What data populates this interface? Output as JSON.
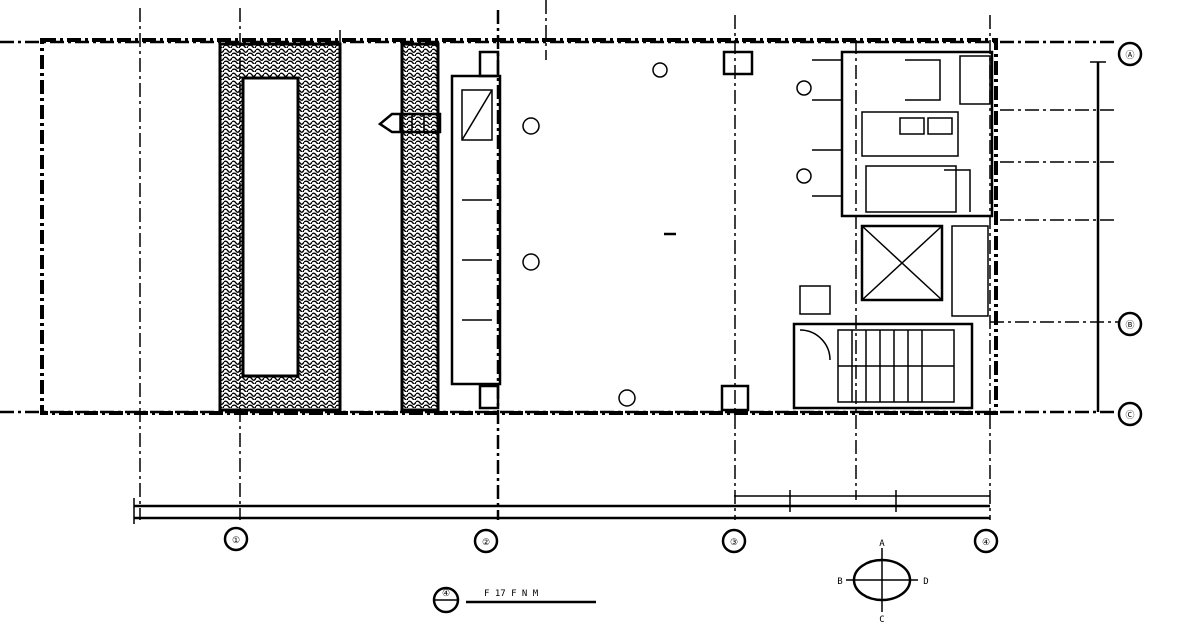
{
  "axes": {
    "bottom": [
      "①",
      "②",
      "③",
      "④"
    ],
    "right": [
      "Ⓐ",
      "Ⓑ",
      "Ⓒ"
    ]
  },
  "title_text": "F 17 F N M",
  "title_mark": "④",
  "north": {
    "top": "A",
    "left": "B",
    "right": "D",
    "bottom": "C"
  }
}
